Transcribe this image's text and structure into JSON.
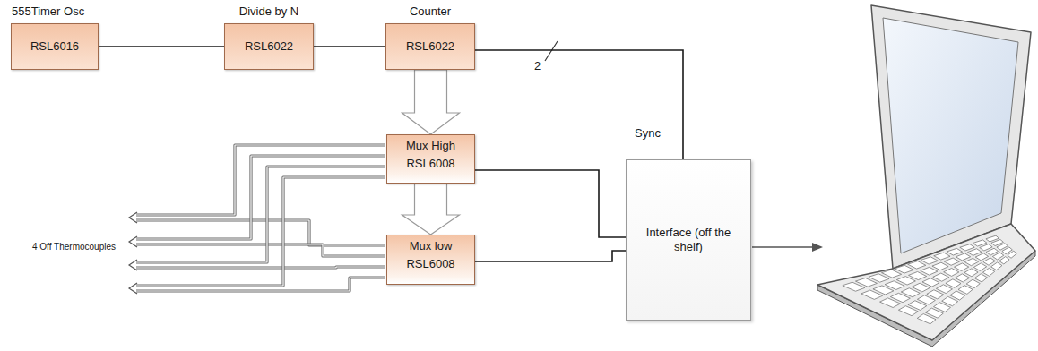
{
  "diagram": {
    "nodes": [
      {
        "text": [
          "555Timer Osc",
          "RSL6016"
        ]
      },
      {
        "text": [
          "Divide by N",
          "RSL6022"
        ]
      },
      {
        "text": [
          "Counter",
          "RSL6022"
        ]
      },
      {
        "text": [
          "Mux High",
          "RSL6008"
        ]
      },
      {
        "text": [
          "Mux low",
          "RSL6008"
        ]
      },
      {
        "text": [
          "Interface (off the shelf)"
        ]
      }
    ],
    "edges": [
      {
        "from": 0,
        "to": 1,
        "arrow": "none"
      },
      {
        "from": 1,
        "to": 2,
        "arrow": "none"
      },
      {
        "from": 2,
        "to": 3,
        "arrow": "to"
      },
      {
        "from": 3,
        "to": 4,
        "arrow": "to"
      },
      {
        "from": 2,
        "to": 5,
        "label": "Sync",
        "arrow": "none"
      },
      {
        "from": 3,
        "to": 5,
        "arrow": "none"
      },
      {
        "from": 4,
        "to": 5,
        "arrow": "none"
      }
    ],
    "labels": [
      "2",
      "4 Off Thermocouples"
    ]
  }
}
